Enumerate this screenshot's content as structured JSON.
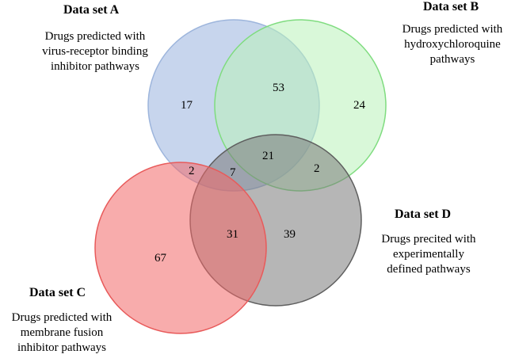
{
  "sets": {
    "A": {
      "title": "Data set A",
      "desc": [
        "Drugs predicted with",
        "virus-receptor binding",
        "inhibitor pathways"
      ],
      "fill": "#b4c7e7",
      "stroke": "#9db5dc"
    },
    "B": {
      "title": "Data set B",
      "desc": [
        "Drugs predicted with",
        "hydroxychloroquine",
        "pathways"
      ],
      "fill": "#b9f2b9",
      "stroke": "#7fdc7f"
    },
    "C": {
      "title": "Data set C",
      "desc": [
        "Drugs predicted with",
        "membrane fusion",
        "inhibitor pathways"
      ],
      "fill": "#f26868",
      "stroke": "#e85a5a"
    },
    "D": {
      "title": "Data set D",
      "desc": [
        "Drugs precited with",
        "experimentally",
        "defined pathways"
      ],
      "fill": "#7a7a7a",
      "stroke": "#5e5e5e"
    }
  },
  "regions": {
    "A_only": "17",
    "A_B": "53",
    "B_only": "24",
    "A_B_D": "21",
    "A_C": "2",
    "A_C_D": "7",
    "B_D": "2",
    "C_D": "31",
    "D_only": "39",
    "C_only": "67"
  }
}
